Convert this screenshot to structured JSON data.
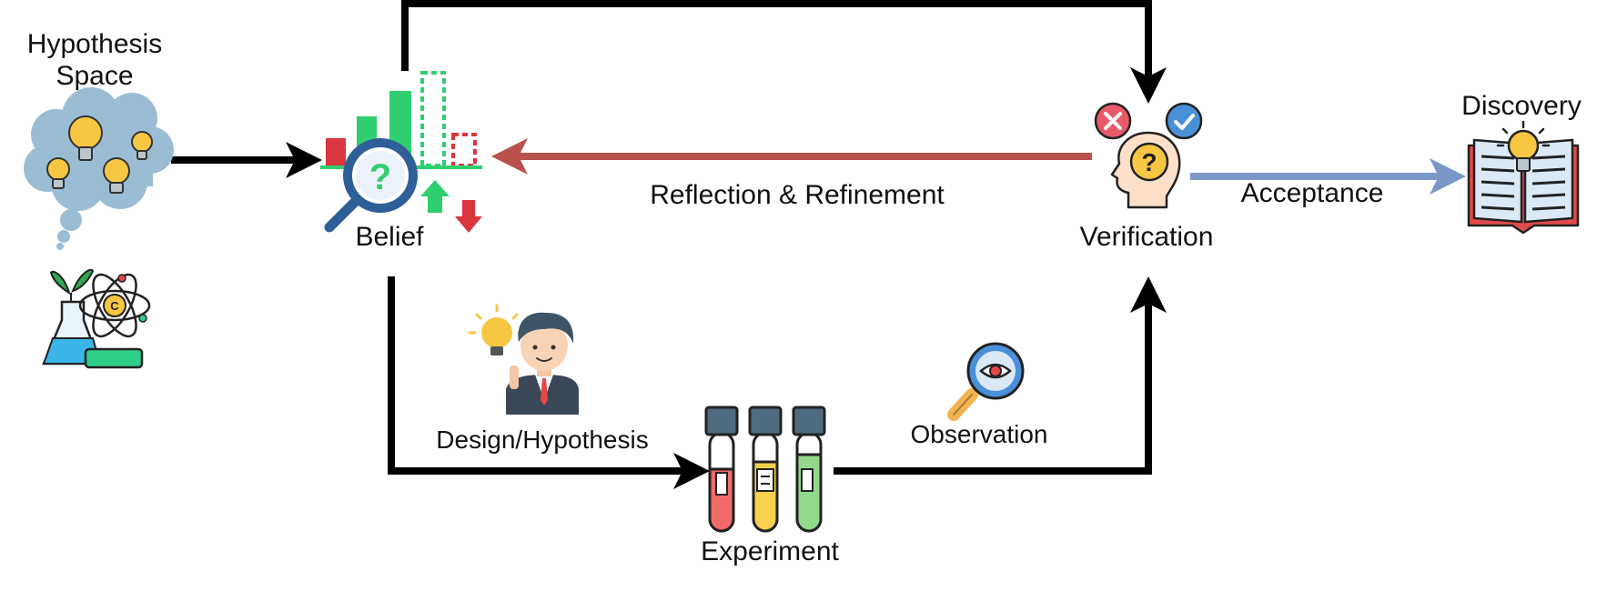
{
  "labels": {
    "hypothesis_space": [
      "Hypothesis",
      "Space"
    ],
    "belief": "Belief",
    "reflection": "Reflection & Refinement",
    "verification": "Verification",
    "acceptance": "Acceptance",
    "discovery": "Discovery",
    "design": "Design/Hypothesis",
    "experiment": "Experiment",
    "observation": "Observation"
  },
  "icons": {
    "hypothesis_cloud": "thought-cloud-lightbulbs-icon",
    "science": "flask-atom-plant-icon",
    "belief": "bar-chart-magnifier-question-icon",
    "verification": "head-question-check-cross-icon",
    "discovery": "open-book-lightbulb-icon",
    "designer": "businessman-lightbulb-icon",
    "experiment": "test-tubes-icon",
    "observation": "magnifier-eye-icon"
  },
  "colors": {
    "main_arrow": "#000000",
    "reflection_arrow": "#b9524d",
    "acceptance_arrow": "#7b97c8",
    "cloud": "#9bbdd4",
    "bar_green": "#2fcf6f",
    "bar_red": "#d9363e",
    "magnifier": "#2f5f99",
    "bulb": "#f7c744",
    "tube_red": "#f26b6b",
    "tube_yellow": "#f7d04e",
    "tube_green": "#92d98a"
  }
}
